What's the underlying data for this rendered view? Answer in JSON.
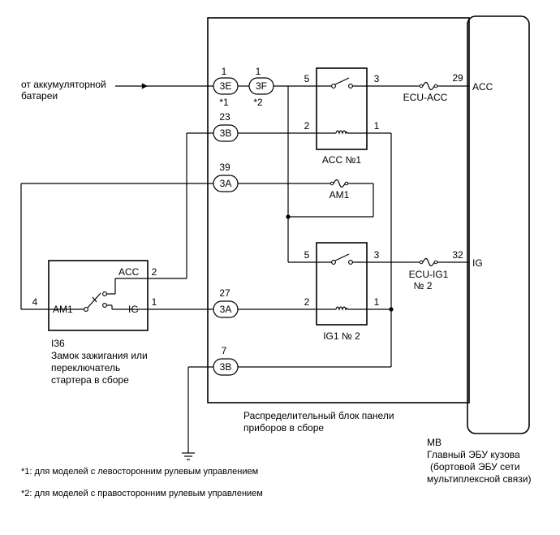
{
  "source_label": [
    "от аккумуляторной",
    "батареи"
  ],
  "connectors": {
    "c3e": {
      "label": "3E",
      "pin": "1",
      "note": "*1"
    },
    "c3f": {
      "label": "3F",
      "pin": "1",
      "note": "*2"
    },
    "c3b_top": {
      "label": "3B",
      "pin": "23"
    },
    "c3a_top": {
      "label": "3A",
      "pin": "39"
    },
    "c3a_mid": {
      "label": "3A",
      "pin": "27"
    },
    "c3b_bottom": {
      "label": "3B",
      "pin": "7"
    }
  },
  "relay_acc": {
    "name": "ACC №1",
    "pin_top_left": "5",
    "pin_top_right": "3",
    "pin_bottom_left": "2",
    "pin_bottom_right": "1"
  },
  "relay_ig1": {
    "name": "IG1 № 2",
    "pin_top_left": "5",
    "pin_top_right": "3",
    "pin_bottom_left": "2",
    "pin_bottom_right": "1"
  },
  "fuses": {
    "ecu_acc": "ECU-ACC",
    "am1": "AM1",
    "ecu_ig1": [
      "ECU-IG1",
      "№ 2"
    ]
  },
  "ecu_pins": {
    "acc_pin": "29",
    "acc_label": "ACC",
    "ig_pin": "32",
    "ig_label": "IG"
  },
  "switch": {
    "code": "I36",
    "name": [
      "Замок зажигания или",
      "переключатель",
      "стартера в сборе"
    ],
    "terminal_acc": "ACC",
    "pin_acc": "2",
    "terminal_am1": "AM1",
    "pin_am1": "4",
    "terminal_ig": "IG",
    "pin_ig": "1"
  },
  "junction_block_label": [
    "Распределительный блок панели",
    "приборов в сборе"
  ],
  "main_ecu": {
    "code": "MB",
    "name": [
      "Главный ЭБУ кузова",
      "(бортовой ЭБУ сети",
      "мультиплексной связи)"
    ]
  },
  "footnotes": [
    "*1: для моделей с левосторонним рулевым управлением",
    "*2: для моделей с правосторонним рулевым управлением"
  ]
}
